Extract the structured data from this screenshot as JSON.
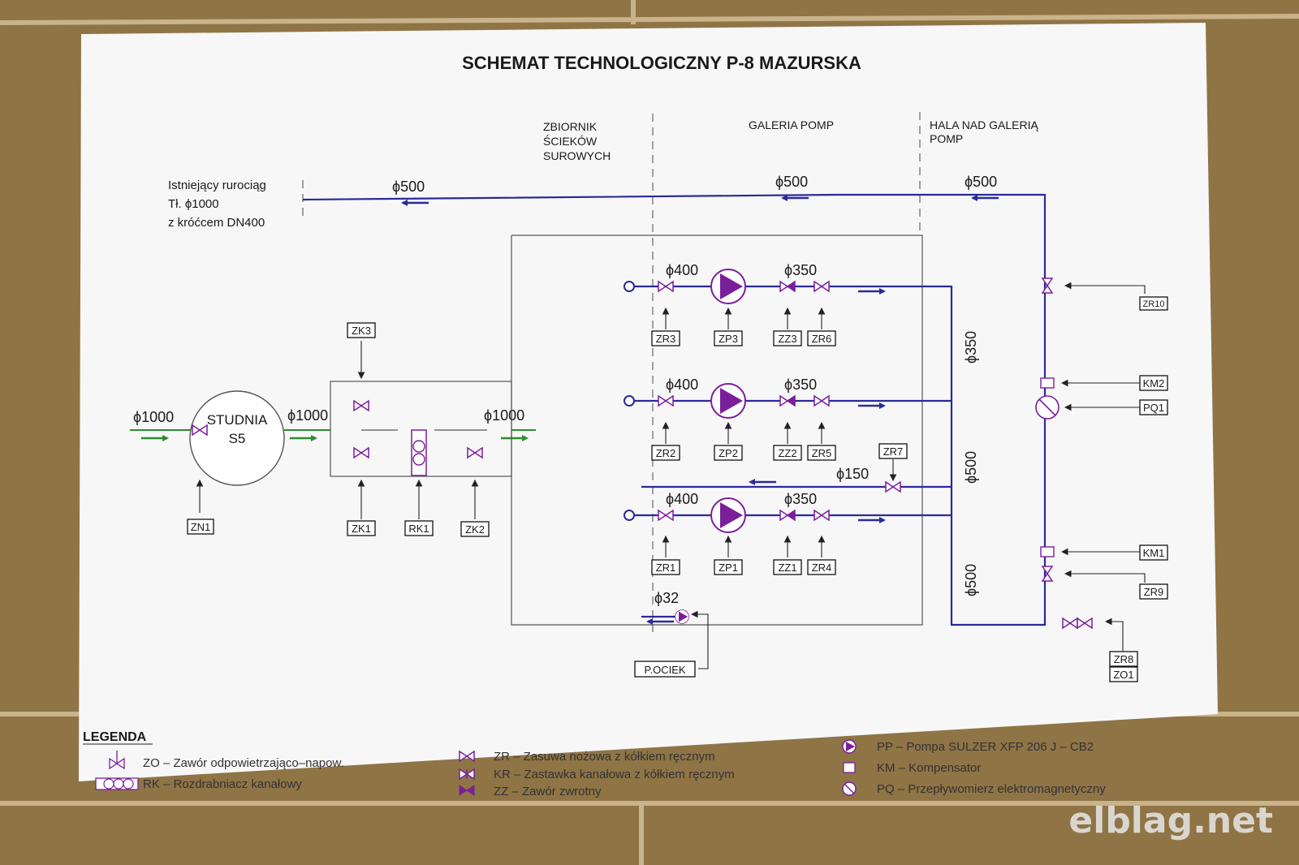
{
  "title": "SCHEMAT TECHNOLOGICZNY P-8 MAZURSKA",
  "sections": {
    "zbiornik": [
      "ZBIORNIK",
      "ŚCIEKÓW",
      "SUROWYCH"
    ],
    "galeria": "GALERIA POMP",
    "hala": [
      "HALA NAD GALERIĄ",
      "POMP"
    ]
  },
  "existing_pipe": [
    "Istniejący rurociąg",
    "Tł. ϕ1000",
    "z króćcem DN400"
  ],
  "dims": {
    "d500_a": "ϕ500",
    "d500_b": "ϕ500",
    "d500_c": "ϕ500",
    "d1000_in": "ϕ1000",
    "d1000_mid": "ϕ1000",
    "d1000_out": "ϕ1000",
    "d400_1": "ϕ400",
    "d400_2": "ϕ400",
    "d400_3": "ϕ400",
    "d350_1": "ϕ350",
    "d350_2": "ϕ350",
    "d350_3": "ϕ350",
    "d150": "ϕ150",
    "d32": "ϕ32",
    "v350": "ϕ350",
    "v500_a": "ϕ500",
    "v500_b": "ϕ500"
  },
  "well": [
    "STUDNIA",
    "S5"
  ],
  "tags": {
    "zk3": "ZK3",
    "zn1": "ZN1",
    "zk1": "ZK1",
    "rk1": "RK1",
    "zk2": "ZK2",
    "zr3": "ZR3",
    "zp3": "ZP3",
    "zz3": "ZZ3",
    "zr6": "ZR6",
    "zr2": "ZR2",
    "zp2": "ZP2",
    "zz2": "ZZ2",
    "zr5": "ZR5",
    "zr1": "ZR1",
    "zp1": "ZP1",
    "zz1": "ZZ1",
    "zr4": "ZR4",
    "zr7": "ZR7",
    "zr10": "ZR10",
    "km2": "KM2",
    "pq1": "PQ1",
    "km1": "KM1",
    "zr9": "ZR9",
    "zr8": "ZR8",
    "zo1": "ZO1",
    "pociek": "P.OCIEK"
  },
  "legend": {
    "heading": "LEGENDA",
    "zo": "ZO – Zawór odpowietrzająco–napow.",
    "rk": "RK – Rozdrabniacz kanałowy",
    "zr": "ZR – Zasuwa nożowa z kółkiem ręcznym",
    "kr": "KR – Zastawka kanałowa z kółkiem ręcznym",
    "zz": "ZZ – Zawór zwrotny",
    "pp": "PP – Pompa SULZER XFP 206 J – CB2",
    "km": "KM – Kompensator",
    "pq": "PQ – Przepływomierz elektromagnetyczny"
  },
  "watermark": "elblag.net",
  "colors": {
    "pipe": "#2a2a9a",
    "fitting": "#7a1f9a",
    "inflow": "#2e8b2e"
  }
}
